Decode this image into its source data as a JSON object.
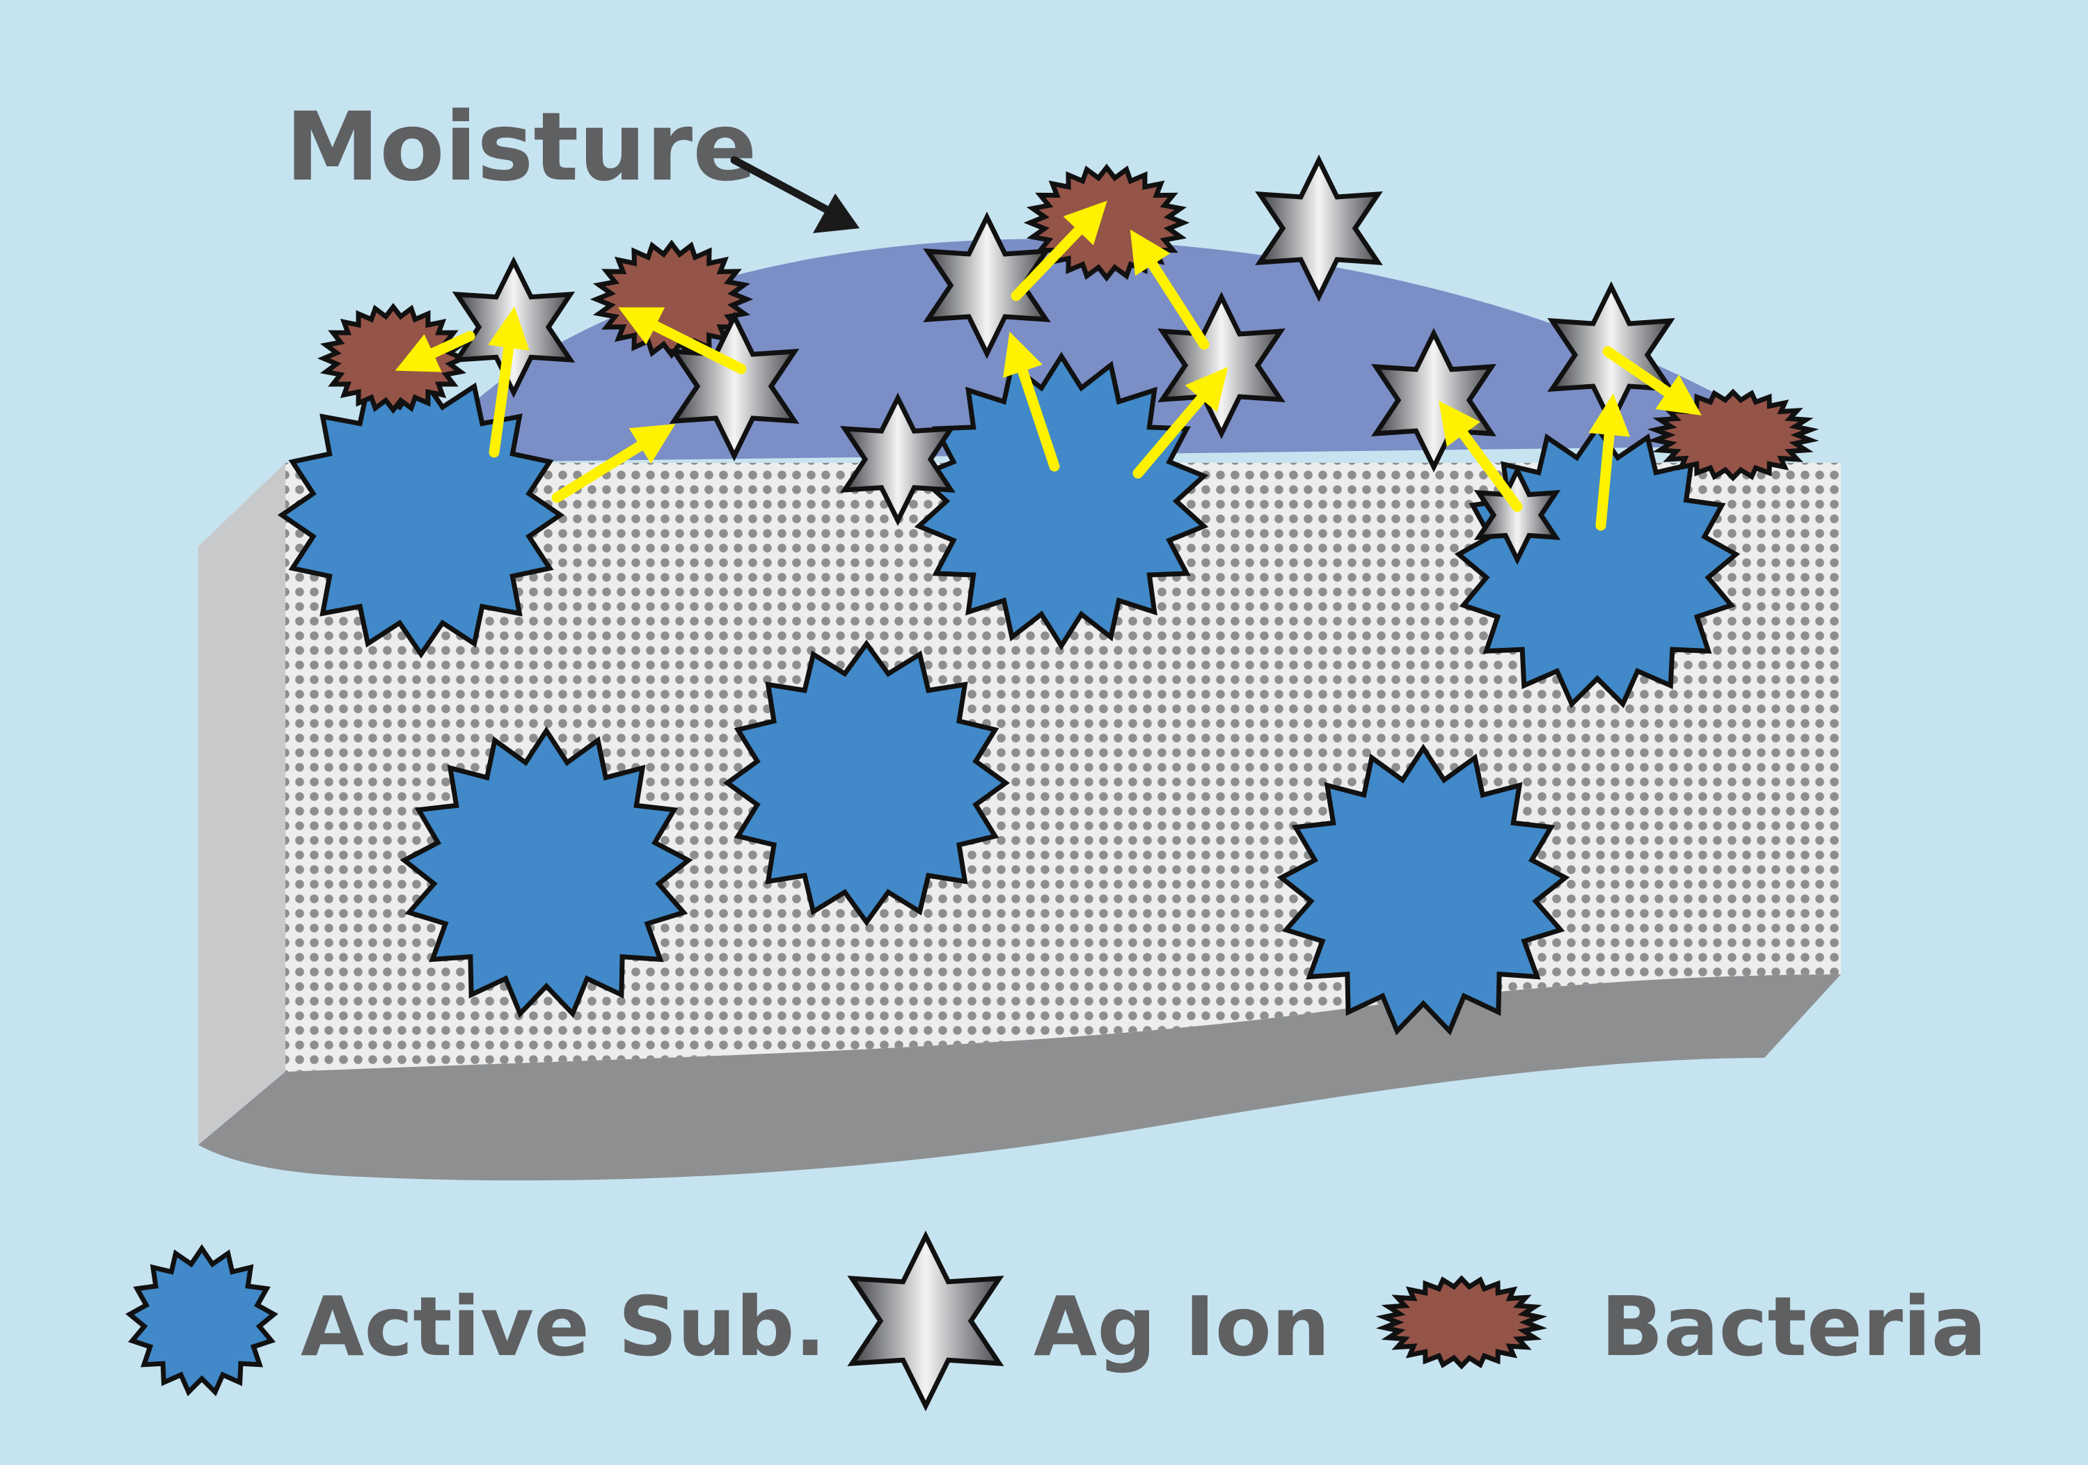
{
  "title_label": "Moisture",
  "legend": {
    "active": "Active Sub.",
    "ag": "Ag Ion",
    "bacteria": "Bacteria"
  },
  "colors": {
    "background": "#c6e3f0",
    "moisture": "#7b8ec6",
    "active_substance": "#4189c8",
    "bacteria": "#955448",
    "arrow": "#fff200",
    "slab_top": "#ededed",
    "dots": "#8d8e90",
    "slab_side": "#c8c9cb",
    "slab_bottom": "#8e8f91",
    "text": "#5f6062"
  },
  "icons": [
    "active-substance-icon",
    "ag-ion-icon",
    "bacteria-icon",
    "moisture-arrow-icon"
  ]
}
